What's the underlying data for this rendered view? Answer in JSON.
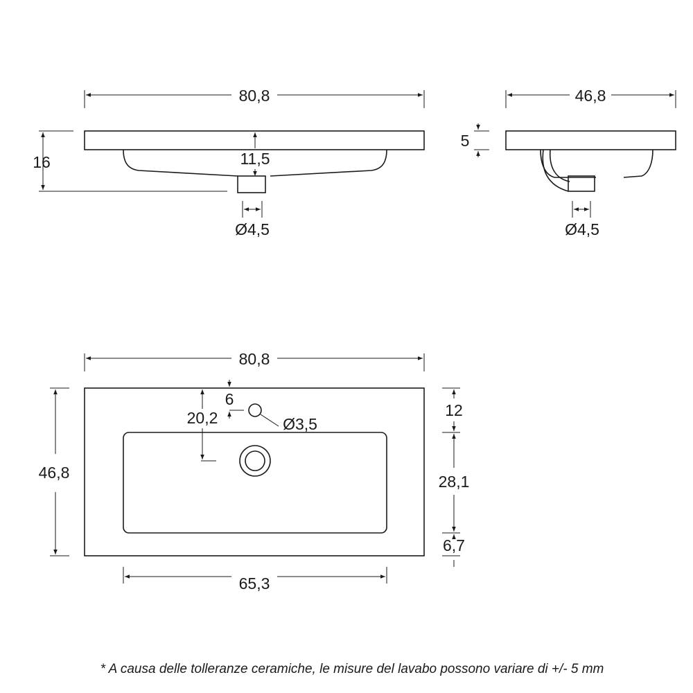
{
  "front_view": {
    "overall_width": "80,8",
    "overall_height": "16",
    "drain_depth": "11,5",
    "drain_diameter": "Ø4,5"
  },
  "side_view": {
    "depth": "46,8",
    "top_thickness": "5",
    "drain_diameter": "Ø4,5"
  },
  "top_view": {
    "overall_width": "80,8",
    "overall_depth": "46,8",
    "tap_hole_offset": "6",
    "drain_offset": "20,2",
    "tap_hole_diameter": "Ø3,5",
    "back_margin": "12",
    "basin_depth": "28,1",
    "front_margin": "6,7",
    "basin_width": "65,3"
  },
  "footnote": "* A causa delle tolleranze ceramiche, le misure del lavabo possono variare di +/- 5 mm",
  "colors": {
    "line": "#1a1a1a",
    "background": "#ffffff"
  }
}
